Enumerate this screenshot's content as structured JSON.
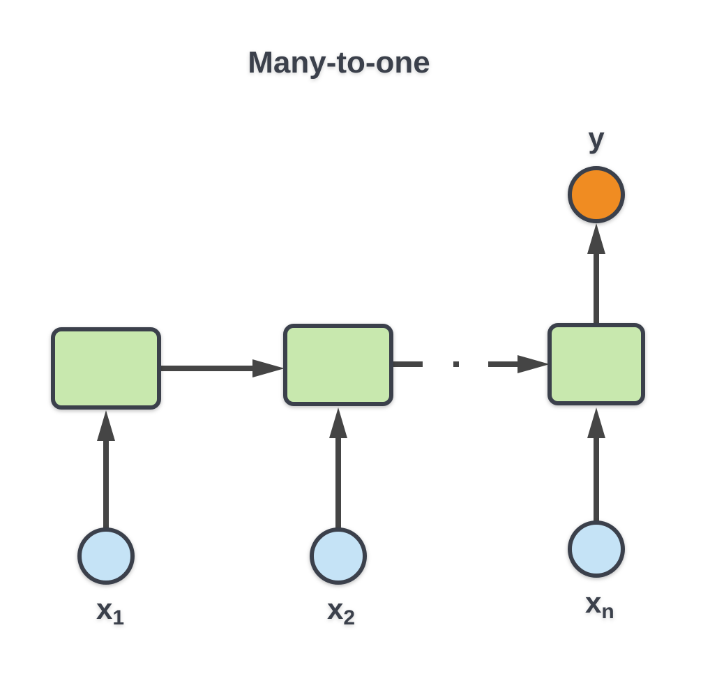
{
  "title": "Many-to-one",
  "colors": {
    "stroke": "#3a414b",
    "hidden_fill": "#c8e8ae",
    "input_fill": "#c5e3f6",
    "output_fill": "#f08c22",
    "arrow": "#454545"
  },
  "output": {
    "label": "y"
  },
  "inputs": [
    {
      "label": "x",
      "subscript": "1"
    },
    {
      "label": "x",
      "subscript": "2"
    },
    {
      "label": "x",
      "subscript": "n"
    }
  ]
}
